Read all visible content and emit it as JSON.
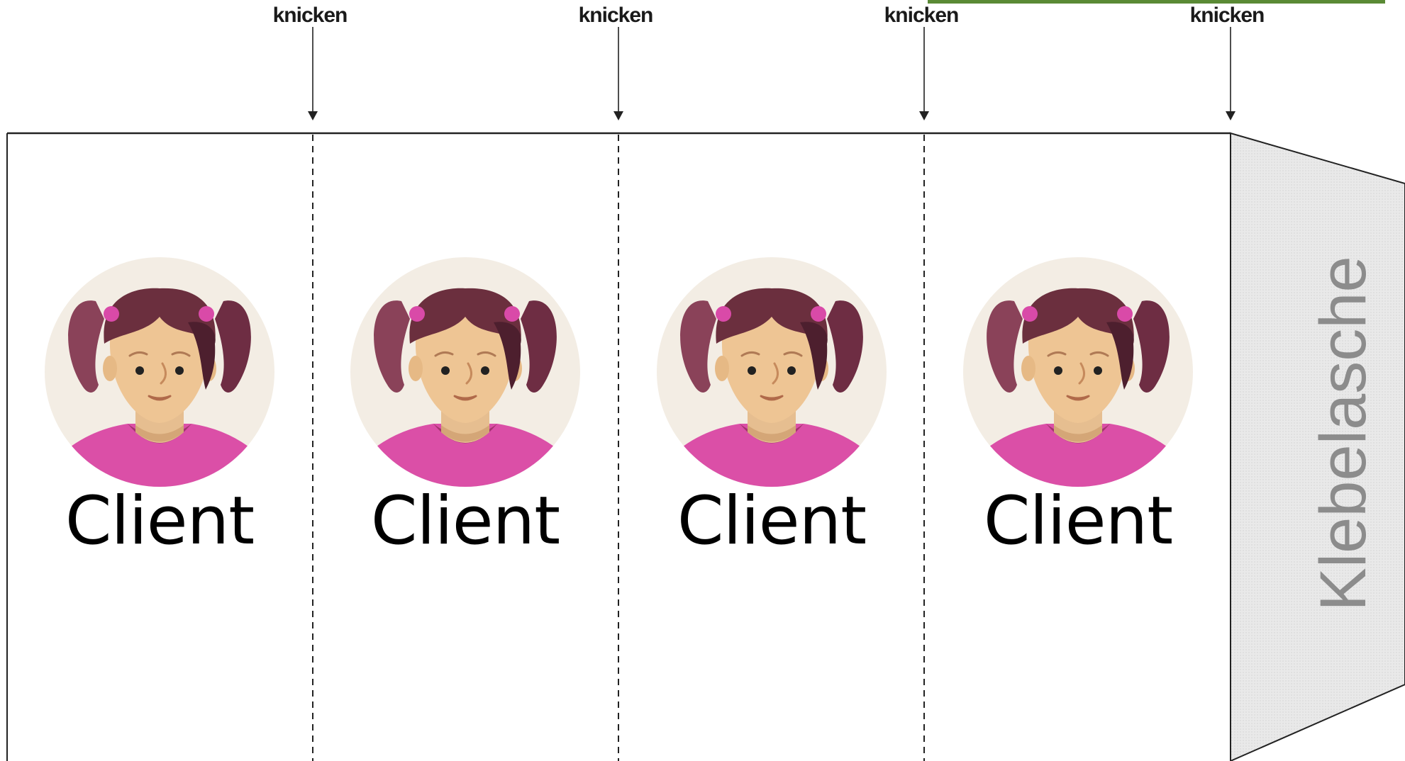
{
  "fold_label": "knicken",
  "panels": [
    {
      "label": "Client"
    },
    {
      "label": "Client"
    },
    {
      "label": "Client"
    },
    {
      "label": "Client"
    }
  ],
  "glue_tab": {
    "label": "Klebelasche"
  },
  "colors": {
    "green_bar": "#5a8a35",
    "glue_tab_fill": "#e6e6e6",
    "avatar_background": "#f3ede4",
    "hair": "#6b2f3e",
    "skin": "#eec594",
    "shirt": "#db4fa7"
  },
  "icons": [
    "girl-avatar-icon",
    "fold-arrow-icon"
  ]
}
